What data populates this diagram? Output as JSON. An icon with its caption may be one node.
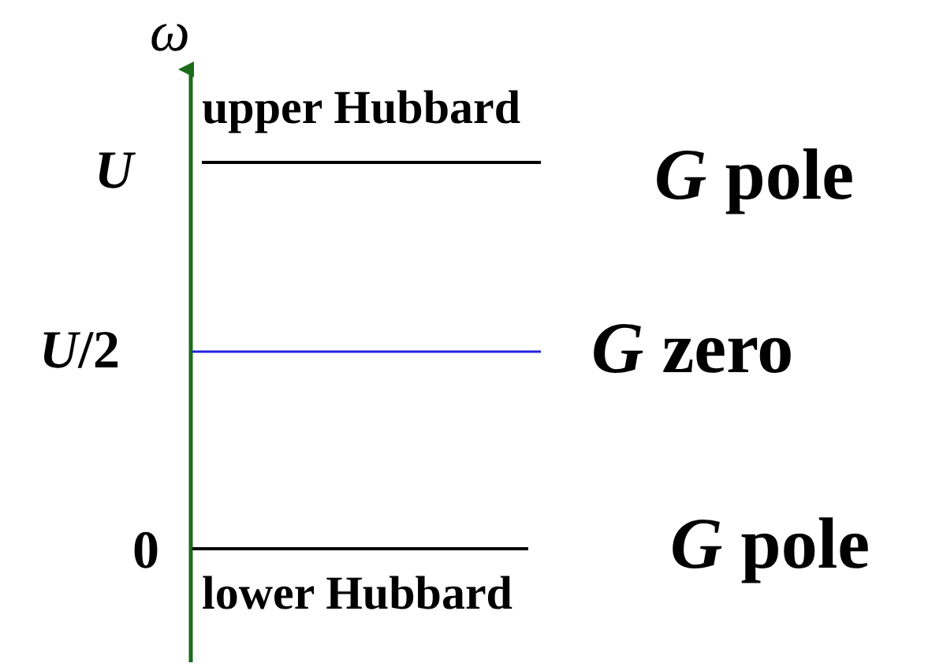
{
  "diagram": {
    "labels": [
      "ω",
      "upper Hubbard",
      "*U*",
      "*G* pole",
      "*U*/2",
      "*G* zero",
      "0",
      "*G* pole",
      "lower Hubbard"
    ]
  }
}
